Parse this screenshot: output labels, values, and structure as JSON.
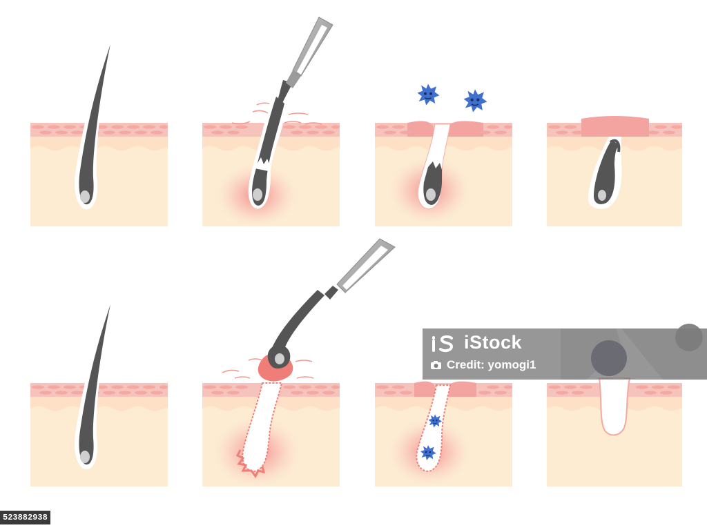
{
  "watermark": {
    "brand": "iStock",
    "credit": "Credit: yomogi1",
    "image_id": "523882938"
  },
  "colors": {
    "dermis": "#fdebd2",
    "epidermis": "#f6c3bc",
    "hair": "#555555",
    "tool": "#a9a9a9",
    "inflammation": "#f2867e",
    "bacteria": "#3f70cf"
  }
}
